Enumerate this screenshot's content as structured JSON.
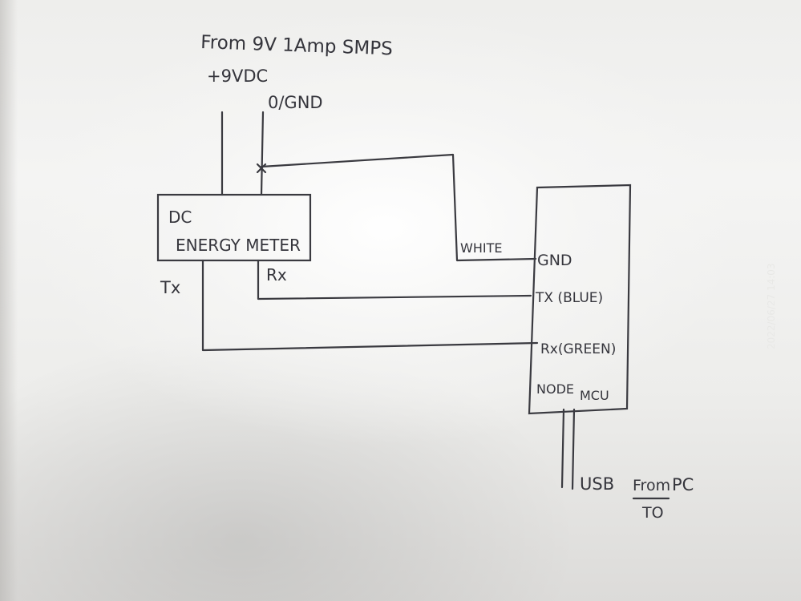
{
  "supply": {
    "title": "From 9V 1Amp SMPS",
    "positive": "+9VDC",
    "ground": "0/GND"
  },
  "meter": {
    "label_line1": "DC",
    "label_line2": "ENERGY METER",
    "tx": "Tx",
    "rx": "Rx"
  },
  "wires": {
    "white": "WHITE"
  },
  "mcu": {
    "gnd": "GND",
    "tx": "TX (BLUE)",
    "rx": "Rx(GREEN)",
    "name_part1": "NODE",
    "name_part2": "MCU"
  },
  "usb": {
    "label": "USB",
    "from": "From",
    "pc": "PC",
    "to": "TO"
  },
  "timestamp": "2022/06/27 14:03"
}
